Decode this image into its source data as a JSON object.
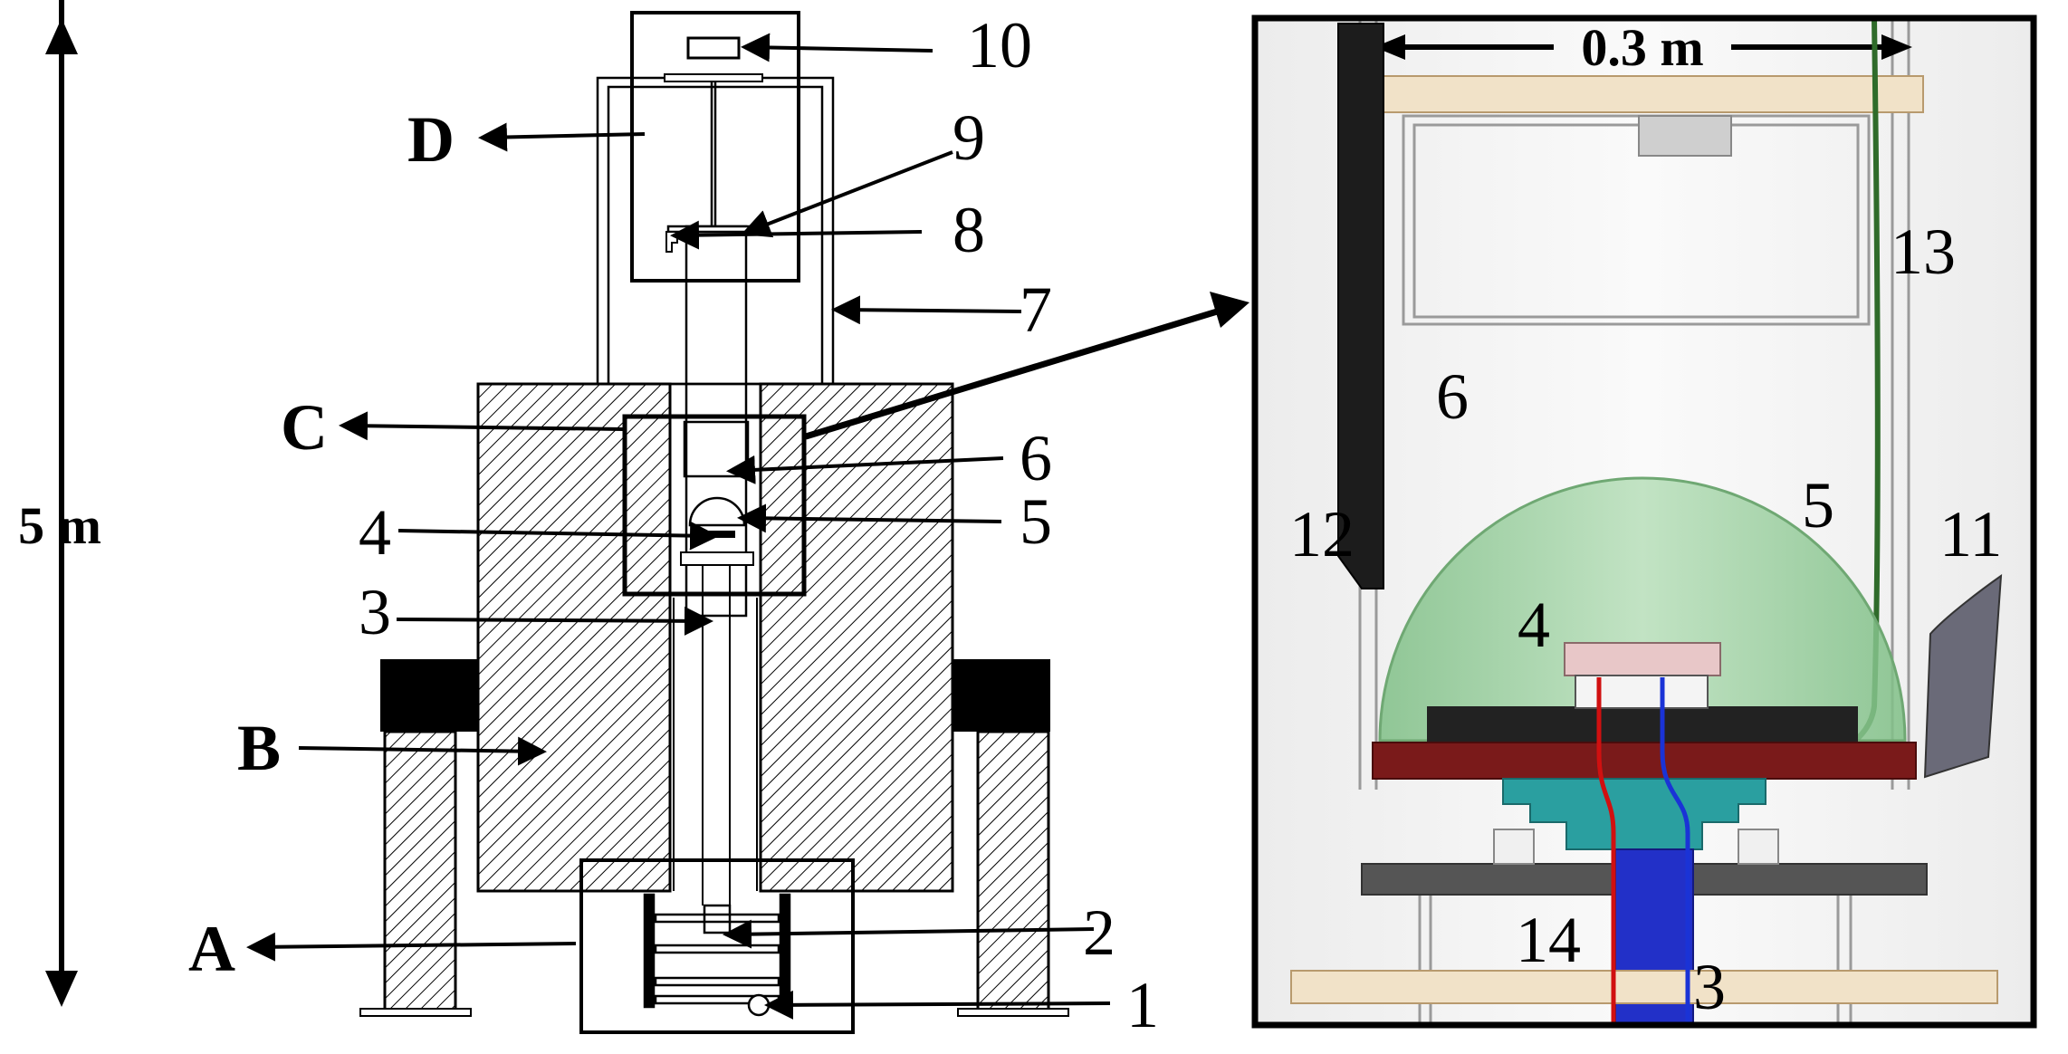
{
  "dimensions": {
    "height_label": "5 m",
    "width_label": "0.3 m"
  },
  "left_diagram": {
    "section_labels": [
      "A",
      "B",
      "C",
      "D"
    ],
    "part_numbers": [
      "1",
      "2",
      "3",
      "4",
      "5",
      "6",
      "7",
      "8",
      "9",
      "10"
    ]
  },
  "right_view": {
    "part_numbers": [
      "3",
      "4",
      "5",
      "6",
      "11",
      "12",
      "13",
      "14"
    ]
  },
  "colors": {
    "dome": "#9dcca2",
    "base_plate": "#7a1a1a",
    "connector": "#2a9fa0",
    "rod_blue": "#2230c8",
    "wire_red": "#d01010",
    "wire_blue": "#1a33d6",
    "cable": "#2f6b2a",
    "pillar": "#1a1a1a",
    "wood": "#e8d6b8",
    "gray_plate": "#555555",
    "pcb": "#e8c7c8"
  }
}
